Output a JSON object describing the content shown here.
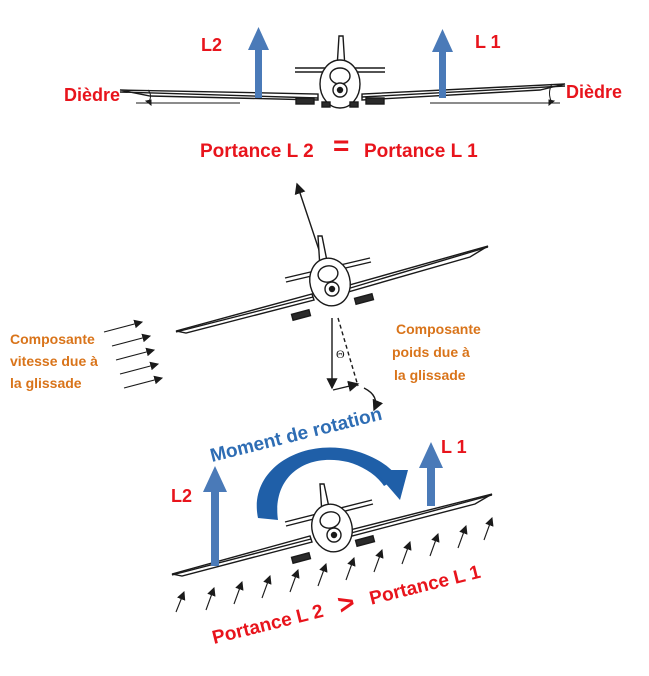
{
  "top_panel": {
    "lift_left": "L2",
    "lift_right": "L 1",
    "dihedral_left": "Dièdre",
    "dihedral_right": "Dièdre",
    "equation_left": "Portance L 2",
    "equation_sign": "=",
    "equation_right": "Portance  L 1"
  },
  "middle_panel": {
    "speed_component_line1": "Composante",
    "speed_component_line2": "vitesse due à",
    "speed_component_line3": "la glissade",
    "weight_component_line1": "Composante",
    "weight_component_line2": "poids due à",
    "weight_component_line3": "la glissade",
    "angle_symbol": "Θ"
  },
  "bottom_panel": {
    "moment_label": "Moment de rotation",
    "lift_left": "L2",
    "lift_right": "L 1",
    "equation_left": "Portance L 2",
    "equation_sign": ">",
    "equation_right": "Portance  L 1"
  },
  "colors": {
    "label_red": "#e8141c",
    "label_orange": "#d9741a",
    "arrow_blue": "#4a7ab8",
    "moment_blue": "#1f5fa8",
    "ink": "#1a1a1a"
  }
}
